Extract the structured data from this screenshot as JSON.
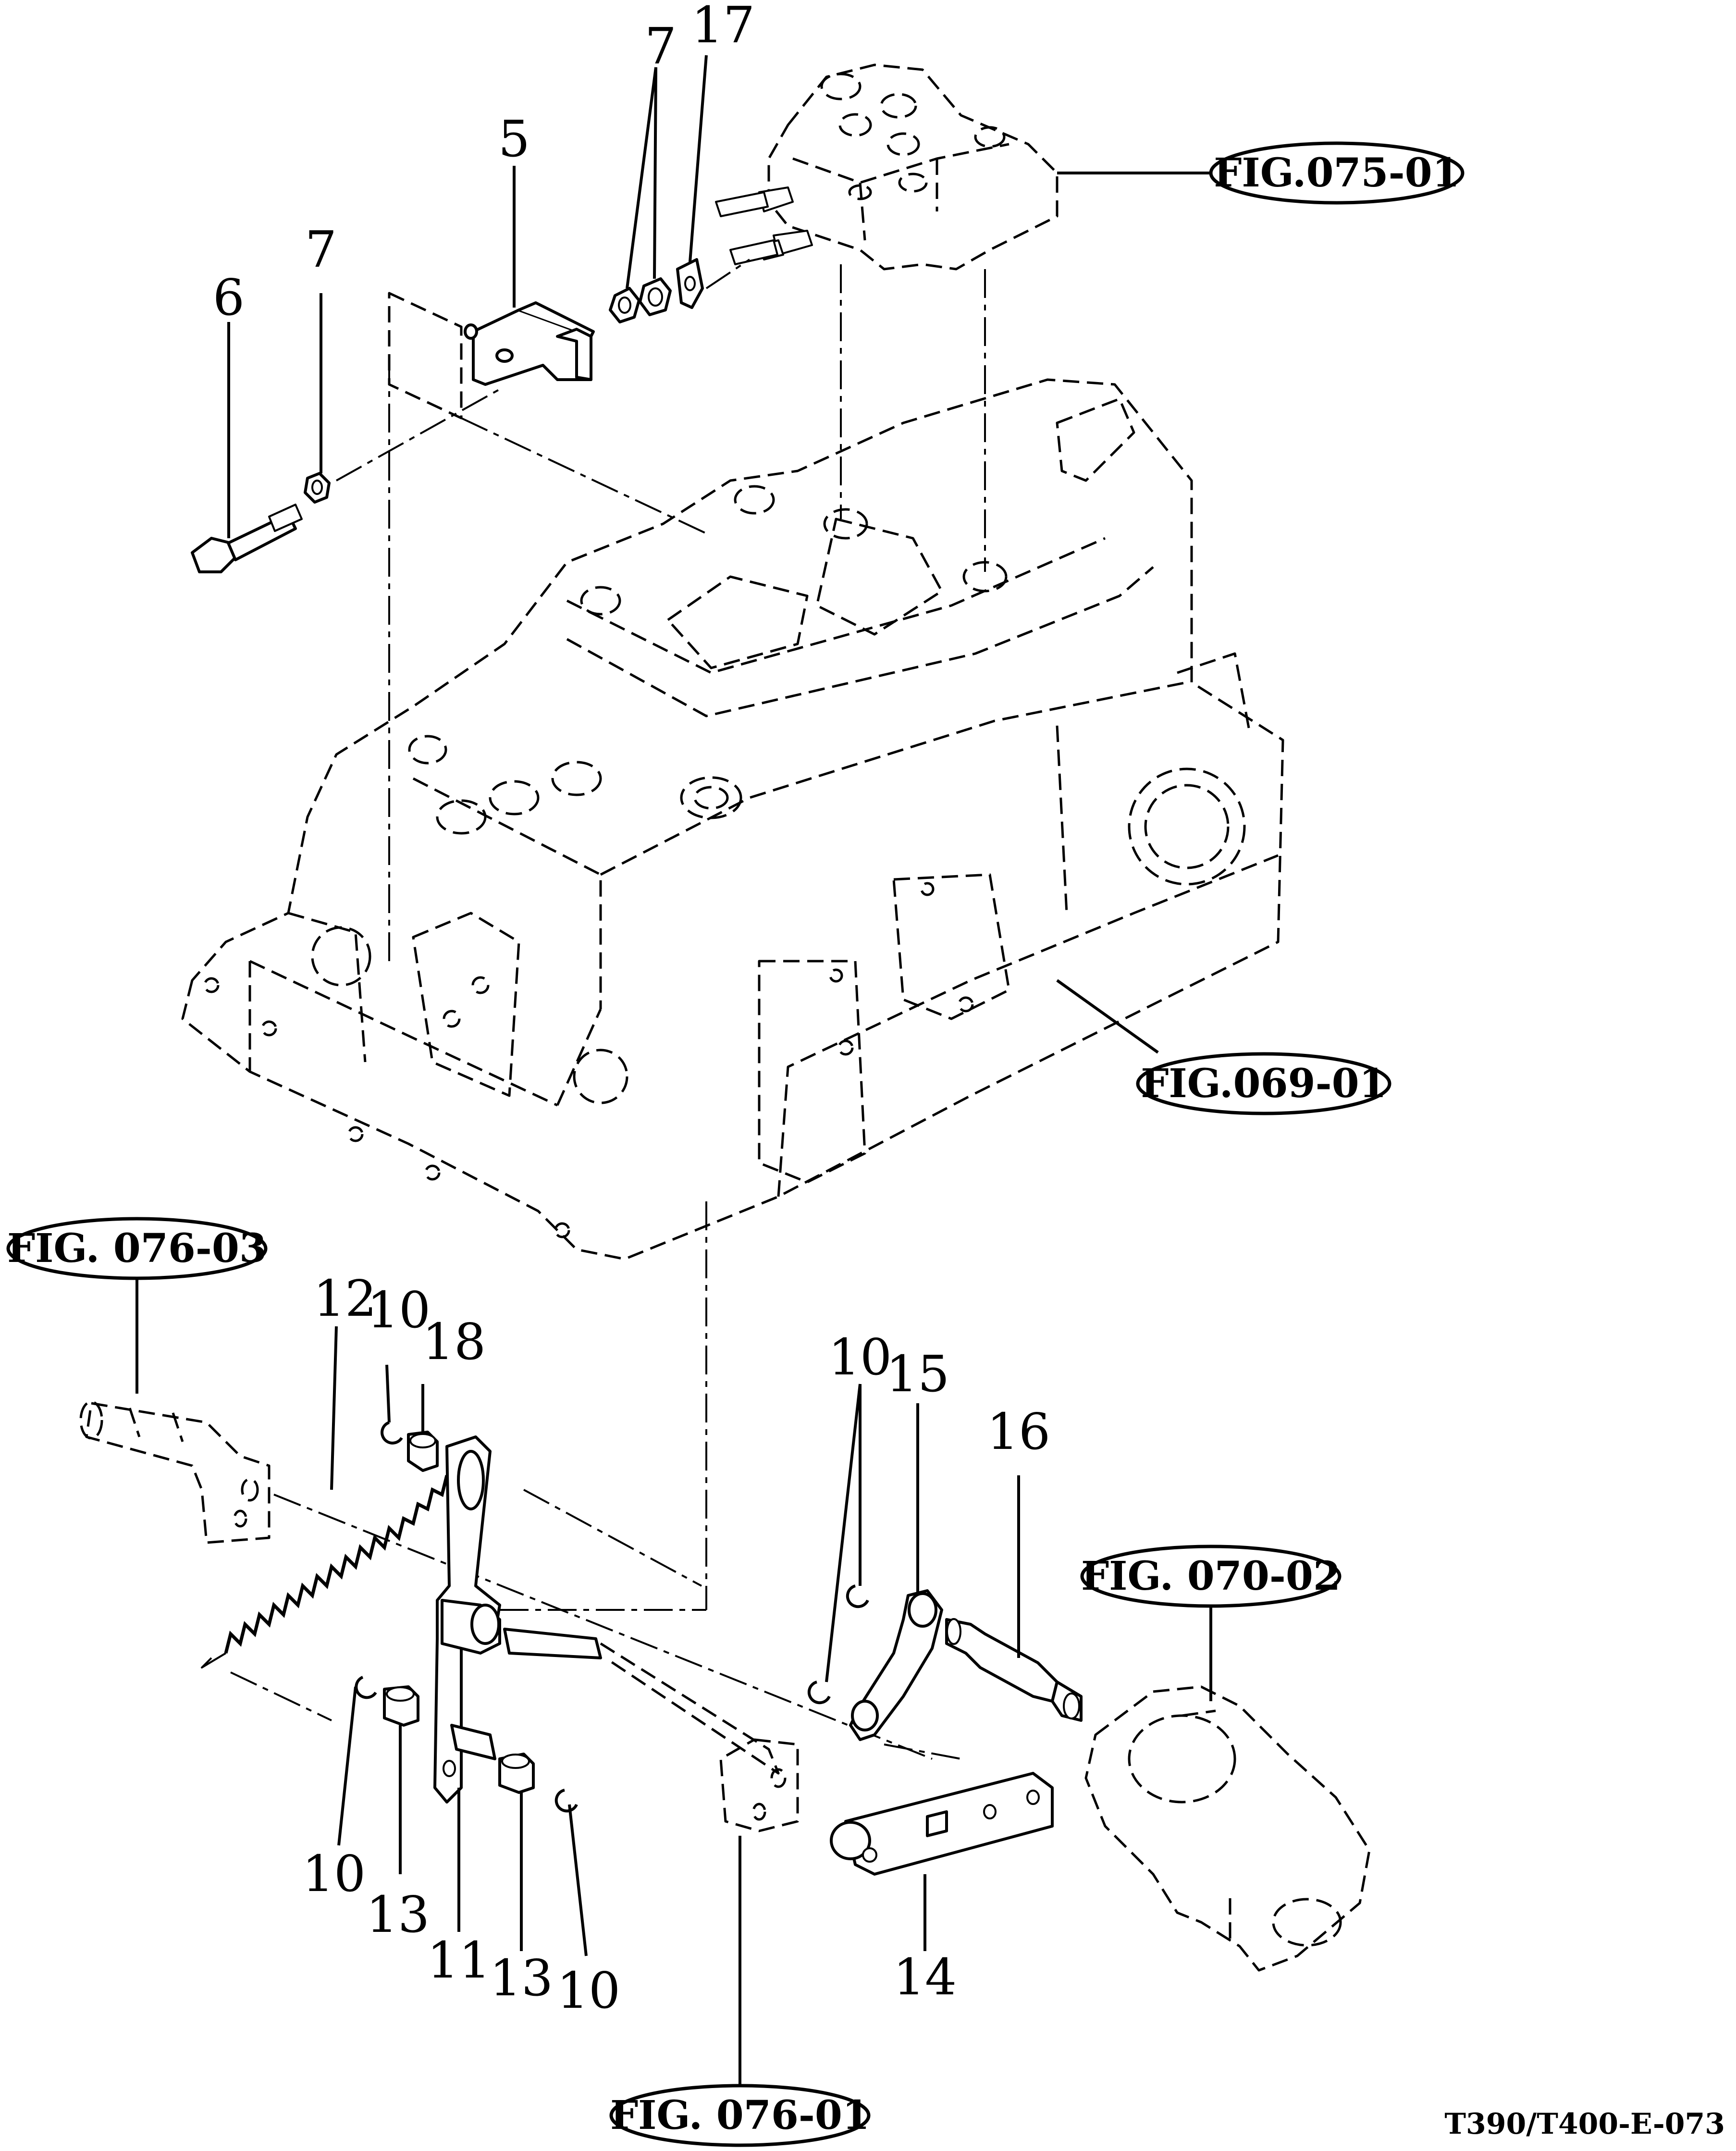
{
  "drawing_code": "T390/T400-E-073",
  "references": {
    "fig_075_01": "FIG.075-01",
    "fig_069_01": "FIG.069-01",
    "fig_076_03": "FIG. 076-03",
    "fig_070_02": "FIG. 070-02",
    "fig_076_01": "FIG. 076-01"
  },
  "callouts": {
    "c5": "5",
    "c6": "6",
    "c7_upper": "7",
    "c7_lower": "7",
    "c17": "17",
    "c12": "12",
    "c10_top": "10",
    "c18": "18",
    "c10_right": "10",
    "c15": "15",
    "c16": "16",
    "c10_left": "10",
    "c13_left": "13",
    "c11": "11",
    "c13_right": "13",
    "c10_bottom": "10",
    "c14": "14"
  }
}
